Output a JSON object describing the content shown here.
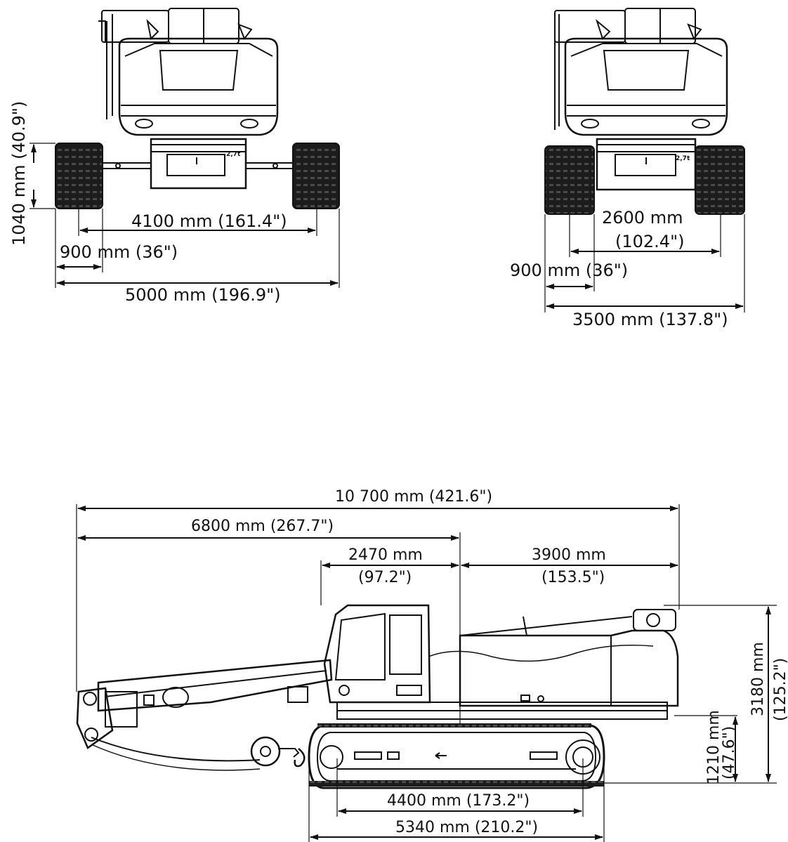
{
  "front_view_wide": {
    "height_label": "1040 mm (40.9\")",
    "track_center_label": "4100 mm (161.4\")",
    "track_width_label": "900 mm (36\")",
    "overall_width_label": "5000 mm (196.9\")",
    "badge": "2,7t"
  },
  "front_view_narrow": {
    "track_center_label_line1": "2600 mm",
    "track_center_label_line2": "(102.4\")",
    "track_width_label": "900 mm (36\")",
    "overall_width_label": "3500 mm (137.8\")",
    "badge": "2,7t"
  },
  "side_view": {
    "overall_length_label": "10 700 mm (421.6\")",
    "front_to_pivot_label": "6800 mm (267.7\")",
    "cab_length_line1": "2470 mm",
    "cab_length_line2": "(97.2\")",
    "rear_length_line1": "3900 mm",
    "rear_length_line2": "(153.5\")",
    "overall_height_line1": "3180 mm",
    "overall_height_line2": "(125.2\")",
    "clearance_line1": "1210 mm",
    "clearance_line2": "(47.6\")",
    "tumbler_label": "4400 mm (173.2\")",
    "track_length_label": "5340 mm (210.2\")"
  }
}
